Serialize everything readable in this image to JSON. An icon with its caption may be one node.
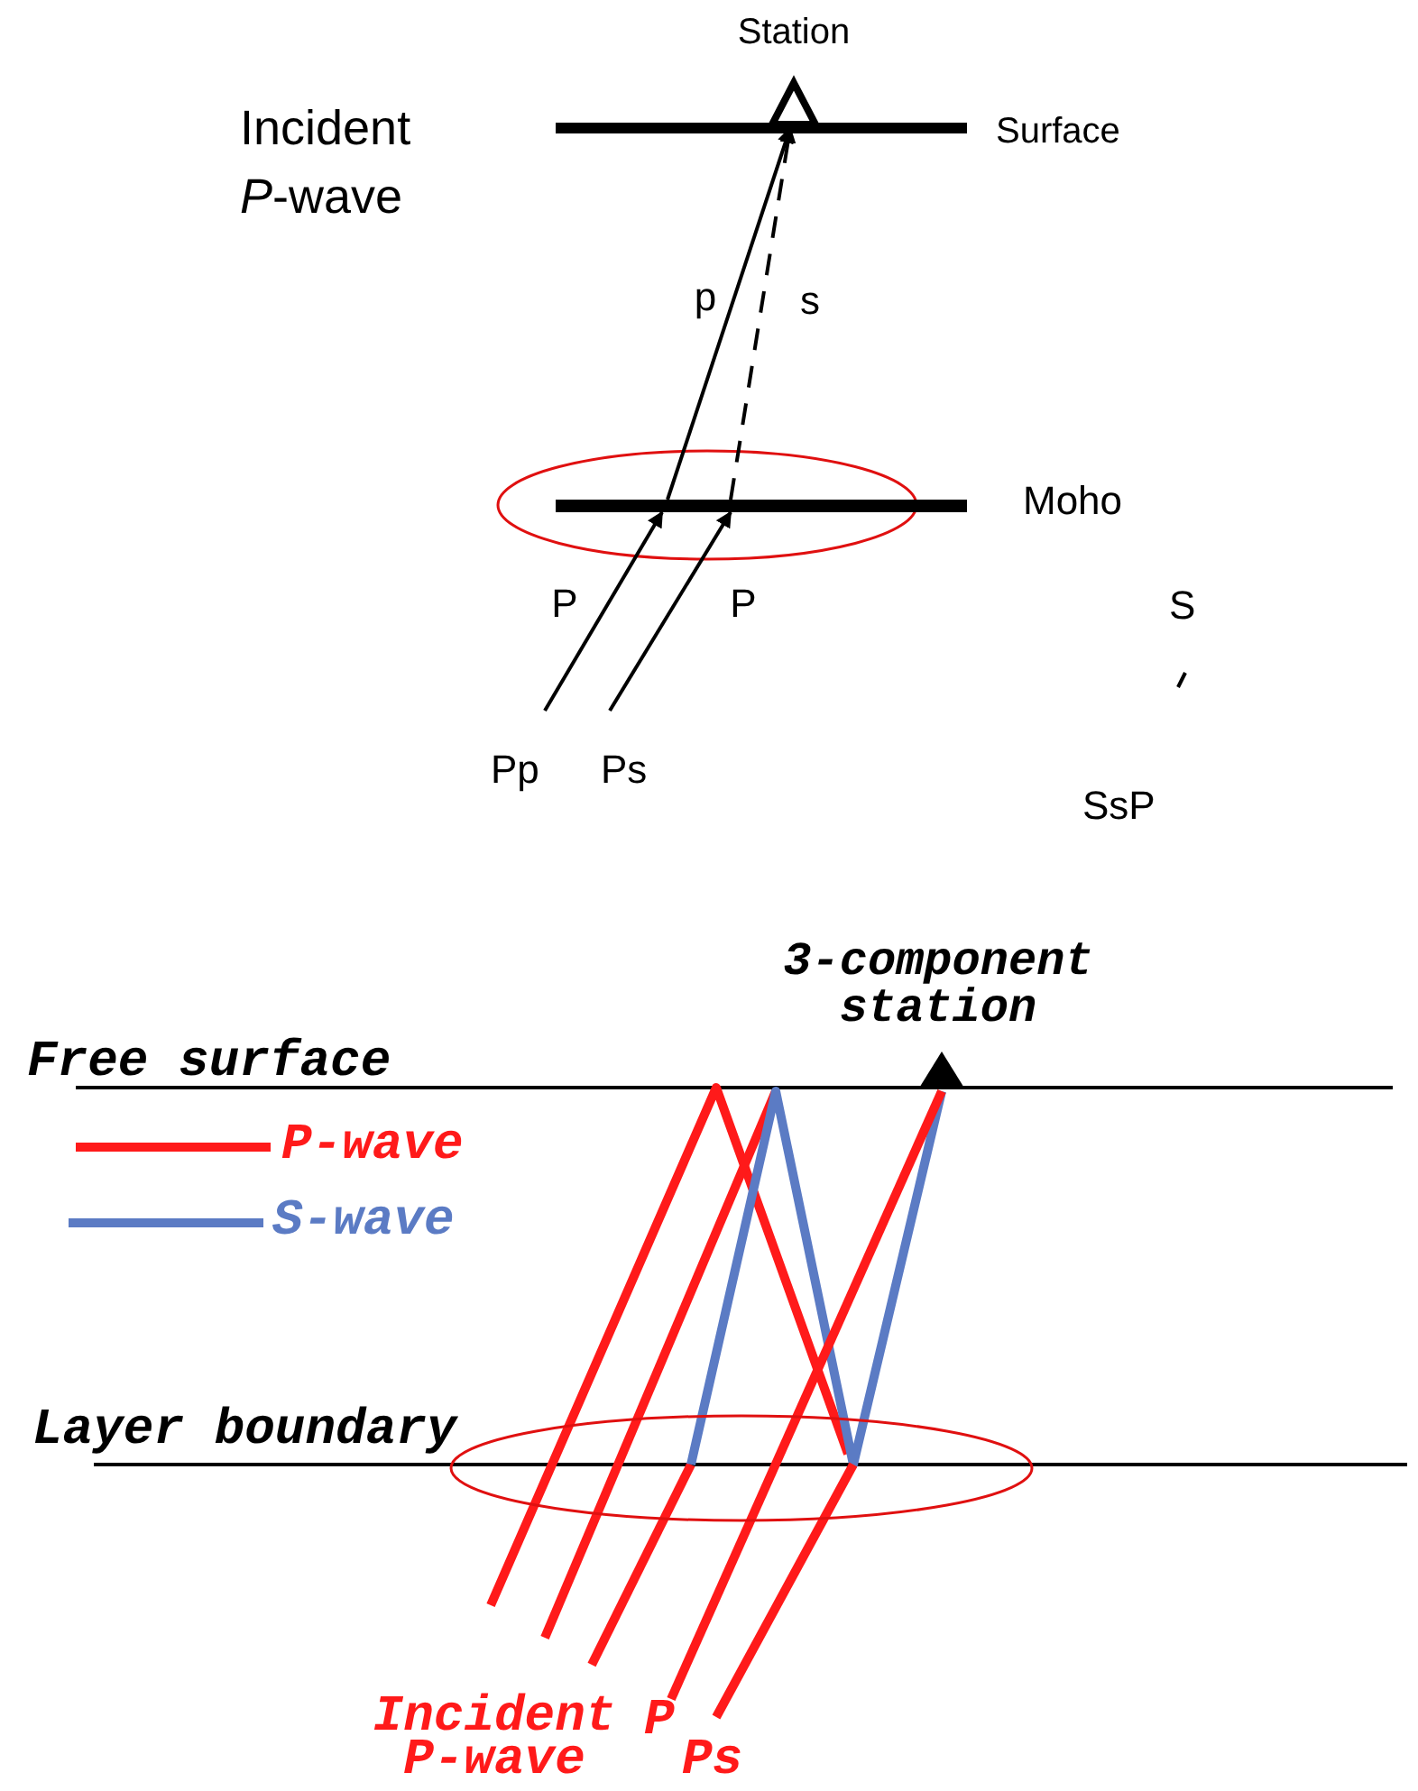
{
  "diagram": {
    "nodes": [
      {
        "text": [
          "Station"
        ]
      },
      {
        "text": [],
        "shape": "bar",
        "beside": [
          "Moho"
        ]
      },
      {
        "text": [
          "3-component station"
        ]
      }
    ],
    "edges": [
      {
        "from": 1,
        "to": 0,
        "arrow": "to",
        "label": "p"
      },
      {
        "from": 1,
        "to": 0,
        "arrow": "to",
        "label": "s",
        "style": "dashed"
      },
      {
        "from": null,
        "to": 1,
        "arrow": "to",
        "label": "P"
      },
      {
        "from": null,
        "to": 1,
        "arrow": "to",
        "label": "P"
      }
    ],
    "labels": [
      "Incident *P*-wave",
      "Surface",
      "Pp",
      "Ps",
      "S",
      "SsP",
      "Free surface",
      "Layer boundary",
      "Incident P-wave",
      "P",
      "Ps"
    ],
    "legend": [
      {
        "text": "P-wave"
      },
      {
        "text": "S-wave"
      }
    ]
  }
}
